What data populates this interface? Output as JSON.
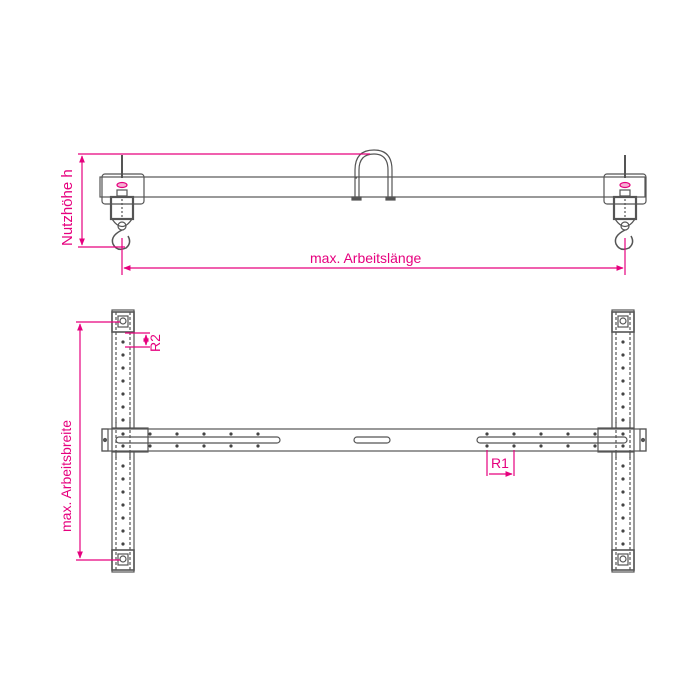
{
  "diagram": {
    "type": "technical-drawing",
    "subject": "lifting beam with hoist hooks",
    "views": [
      "side-view",
      "top-view"
    ],
    "colors": {
      "line": "#555555",
      "dimension": "#e6007e",
      "background": "#ffffff"
    }
  },
  "labels": {
    "usable_height": "Nutzhöhe h",
    "max_working_length": "max. Arbeitslänge",
    "max_working_width": "max. Arbeitsbreite",
    "grid_r1": "R1",
    "grid_r2": "R2"
  }
}
